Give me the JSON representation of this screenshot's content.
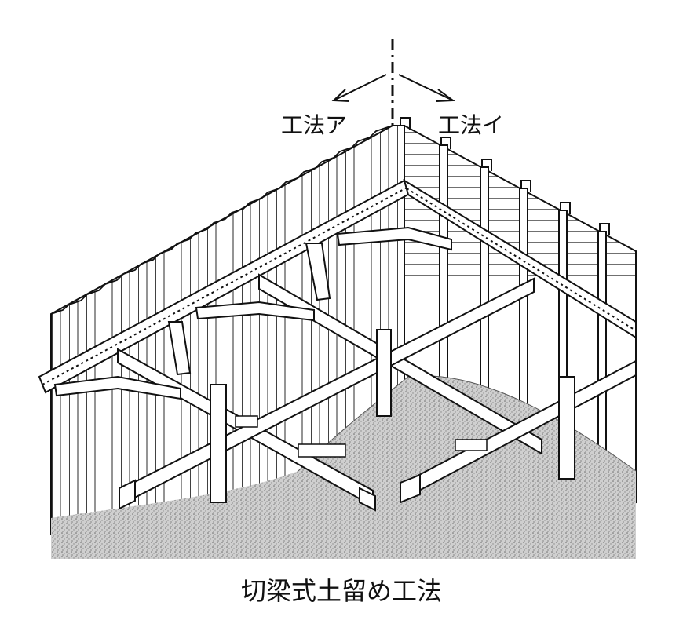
{
  "labels": {
    "method_a": "工法ア",
    "method_i": "工法イ"
  },
  "caption": "切梁式土留め工法",
  "colors": {
    "ink": "#111111",
    "soil": "#bdbdbd",
    "paper": "#ffffff"
  }
}
